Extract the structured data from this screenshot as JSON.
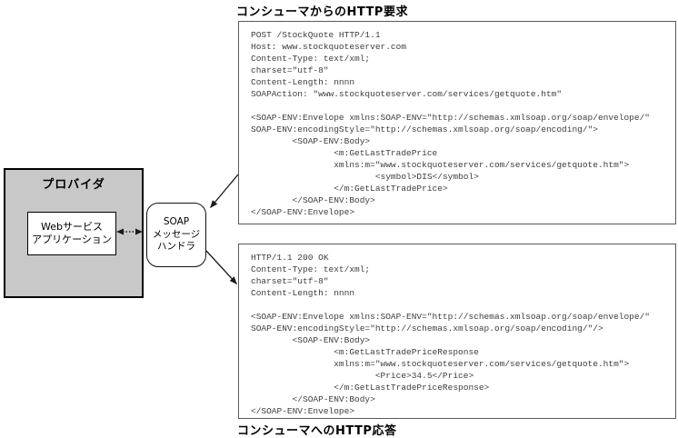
{
  "labels": {
    "request_title": "コンシューマからのHTTP要求",
    "response_title": "コンシューマへのHTTP応答"
  },
  "diagram": {
    "provider": {
      "title": "プロバイダ"
    },
    "web_service_app": {
      "line1": "Webサービス",
      "line2": "アプリケーション"
    },
    "soap_handler": {
      "line1": "SOAP",
      "line2": "メッセージ",
      "line3": "ハンドラ"
    }
  },
  "request_box": {
    "code": "POST /StockQuote HTTP/1.1\nHost: www.stockquoteserver.com\nContent-Type: text/xml;\ncharset=\"utf-8\"\nContent-Length: nnnn\nSOAPAction: \"www.stockquoteserver.com/services/getquote.htm\"\n\n<SOAP-ENV:Envelope xmlns:SOAP-ENV=\"http://schemas.xmlsoap.org/soap/envelope/\"\nSOAP-ENV:encodingStyle=\"http://schemas.xmlsoap.org/soap/encoding/\">\n        <SOAP-ENV:Body>\n                <m:GetLastTradePrice\n                xmlns:m=\"www.stockquoteserver.com/services/getquote.htm\">\n                        <symbol>DIS</symbol>\n                </m:GetLastTradePrice>\n        </SOAP-ENV:Body>\n</SOAP-ENV:Envelope>"
  },
  "response_box": {
    "code": "HTTP/1.1 200 OK\nContent-Type: text/xml;\ncharset=\"utf-8\"\nContent-Length: nnnn\n\n<SOAP-ENV:Envelope xmlns:SOAP-ENV=\"http://schemas.xmlsoap.org/soap/envelope/\"\nSOAP-ENV:encodingStyle=\"http://schemas.xmlsoap.org/soap/encoding/\"/>\n        <SOAP-ENV:Body>\n                <m:GetLastTradePriceResponse\n                xmlns:m=\"www.stockquoteserver.com/services/getquote.htm\">\n                        <Price>34.5</Price>\n                </m:GetLastTradePriceResponse>\n        </SOAP-ENV:Body>\n</SOAP-ENV:Envelope>"
  },
  "colors": {
    "provider_fill": "#c8c8c8",
    "box_border": "#595959",
    "code_text": "#3d3d3d",
    "arrow": "#1a1a1a"
  }
}
